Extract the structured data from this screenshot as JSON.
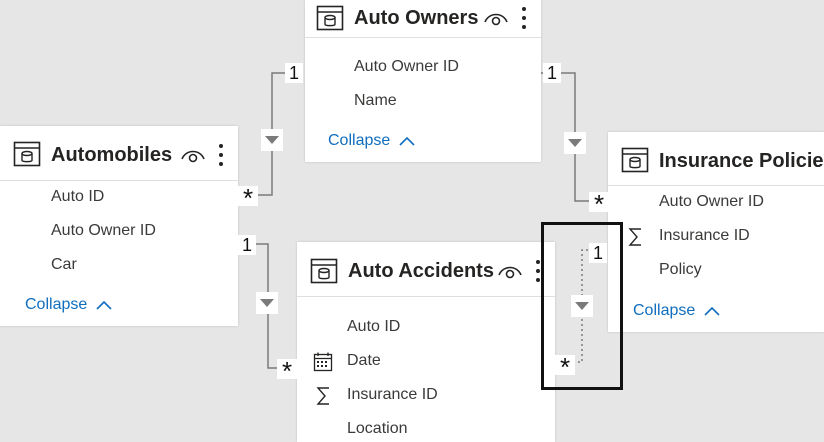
{
  "tables": {
    "auto_owners": {
      "title": "Auto Owners",
      "fields": [
        "Auto Owner ID",
        "Name"
      ],
      "collapse_label": "Collapse"
    },
    "automobiles": {
      "title": "Automobiles",
      "fields": [
        "Auto ID",
        "Auto Owner ID",
        "Car"
      ],
      "collapse_label": "Collapse"
    },
    "insurance_policies": {
      "title": "Insurance Policies",
      "fields": [
        "Auto Owner ID",
        "Insurance ID",
        "Policy"
      ],
      "collapse_label": "Collapse"
    },
    "auto_accidents": {
      "title": "Auto Accidents",
      "fields": [
        "Auto ID",
        "Date",
        "Insurance ID",
        "Location"
      ]
    }
  },
  "cardinality": {
    "one": "1",
    "many": "*"
  },
  "icons": {
    "table": "table-icon",
    "visibility": "eye-icon",
    "more": "more-options-icon",
    "sum": "sigma-icon",
    "date": "calendar-icon",
    "filter_direction": "triangle-down-icon",
    "collapse": "chevron-up-icon"
  },
  "colors": {
    "canvas": "#e6e6e6",
    "card": "#ffffff",
    "link": "#106ebe",
    "connector": "#7a7a7a"
  }
}
